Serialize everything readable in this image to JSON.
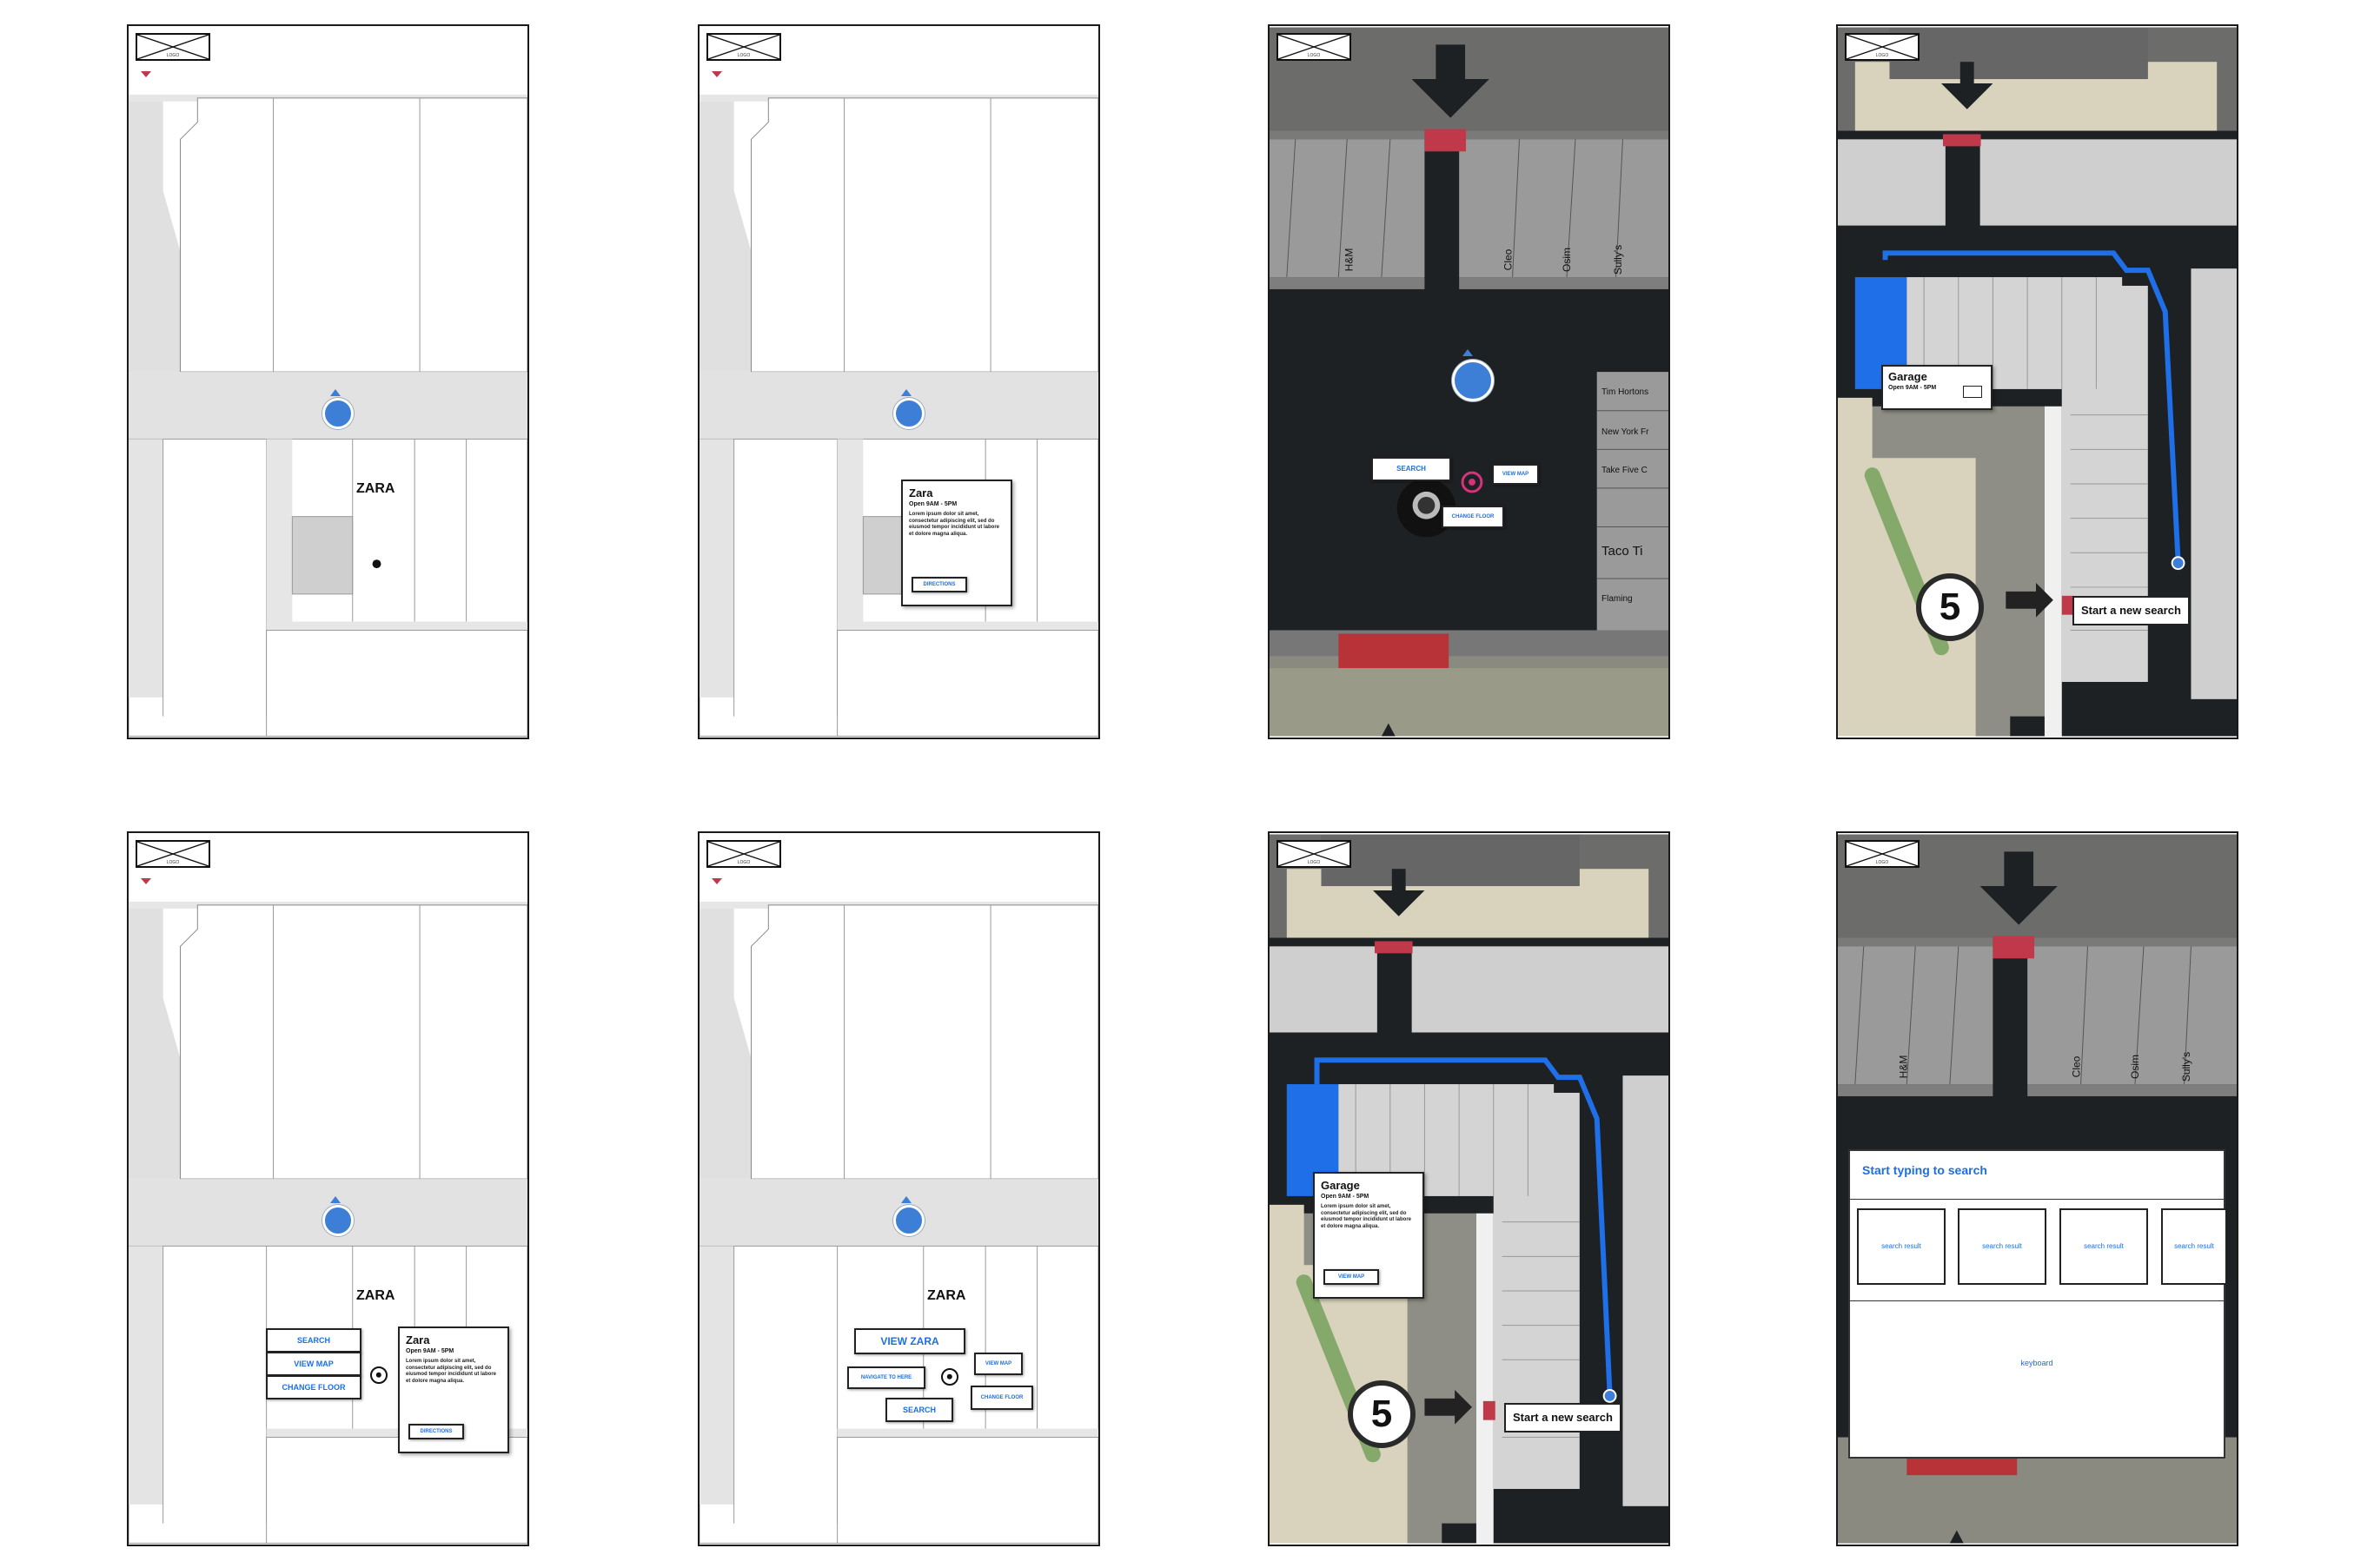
{
  "logo_text": "LOGO",
  "frame1": {
    "store_label": "ZARA"
  },
  "frame2": {
    "card": {
      "title": "Zara",
      "hours": "Open 9AM - 5PM",
      "body": "Lorem ipsum dolor sit amet, consectetur adipiscing elit, sed do eiusmod tempor incididunt ut labore et dolore magna aliqua.",
      "button": "DIRECTIONS"
    }
  },
  "frame3": {
    "stores_top": [
      "H&M",
      "Cleo",
      "Osim",
      "Sully's"
    ],
    "stores_right": [
      "Tim Hortons",
      "New York Fr",
      "Take Five C",
      "Taco Ti",
      "Flaming"
    ],
    "search_button": "SEARCH",
    "view_map_button": "VIEW MAP",
    "change_floor_button": "CHANGE FLOOR"
  },
  "frame4": {
    "garage": {
      "title": "Garage",
      "hours": "Open 9AM - 5PM"
    },
    "marker_number": "5",
    "new_search_button": "Start a new search"
  },
  "frame5": {
    "store_label": "ZARA",
    "menu": [
      "SEARCH",
      "VIEW MAP",
      "CHANGE FLOOR"
    ],
    "card": {
      "title": "Zara",
      "hours": "Open 9AM - 5PM",
      "body": "Lorem ipsum dolor sit amet, consectetur adipiscing elit, sed do eiusmod tempor incididunt ut labore et dolore magna aliqua.",
      "button": "DIRECTIONS"
    }
  },
  "frame6": {
    "store_label": "ZARA",
    "view_button": "VIEW ZARA",
    "navigate_button": "NAVIGATE TO HERE",
    "view_map_button": "VIEW MAP",
    "search_button": "SEARCH",
    "change_floor_button": "CHANGE FLOOR"
  },
  "frame7": {
    "garage": {
      "title": "Garage",
      "hours": "Open 9AM - 5PM",
      "body": "Lorem ipsum dolor sit amet, consectetur adipiscing elit, sed do eiusmod tempor incididunt ut labore et dolore magna aliqua.",
      "button": "VIEW MAP"
    },
    "marker_number": "5",
    "new_search_button": "Start a new search"
  },
  "frame8": {
    "stores_top": [
      "H&M",
      "Cleo",
      "Osim",
      "Sully's"
    ],
    "search_placeholder": "Start typing to search",
    "results": [
      "search result",
      "search result",
      "search result",
      "search result"
    ],
    "keyboard_label": "keyboard"
  },
  "colors": {
    "accent_blue": "#1d6fe0",
    "pin_blue": "#3d7fd6",
    "entrance_red": "#c0394b",
    "route_blue": "#1f6fe8",
    "dark_corridor": "#1e2124"
  }
}
